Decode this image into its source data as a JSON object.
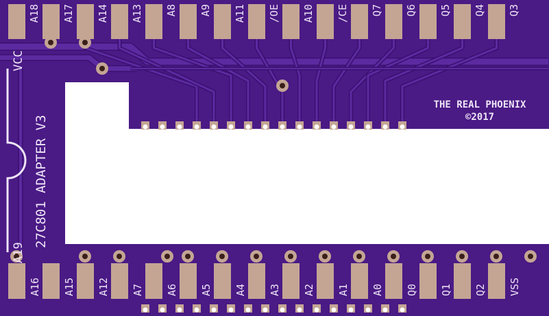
{
  "board": {
    "colors": {
      "soldermask": "#4a1a85",
      "trace": "#5c2aa0",
      "trace_edge": "#3a1070",
      "pad": "#c4a594",
      "silk": "#ede4f6",
      "cutout": "#ffffff",
      "via_ring": "#c4a594",
      "via_hole": "#3a1f1a"
    },
    "top_pins": [
      "A18",
      "A17",
      "A14",
      "A13",
      "A8",
      "A9",
      "A11",
      "/OE",
      "A10",
      "/CE",
      "Q7",
      "Q6",
      "Q5",
      "Q4",
      "Q3"
    ],
    "bottom_pins": [
      "A16",
      "A15",
      "A12",
      "A7",
      "A6",
      "A5",
      "A4",
      "A3",
      "A2",
      "A1",
      "A0",
      "Q0",
      "Q1",
      "Q2",
      "VSS"
    ],
    "vcc_label": "VCC",
    "a19_label": "A19",
    "title": "27C801 ADAPTER V3",
    "author": "THE REAL PHOENIX",
    "copyright": "©2017"
  }
}
